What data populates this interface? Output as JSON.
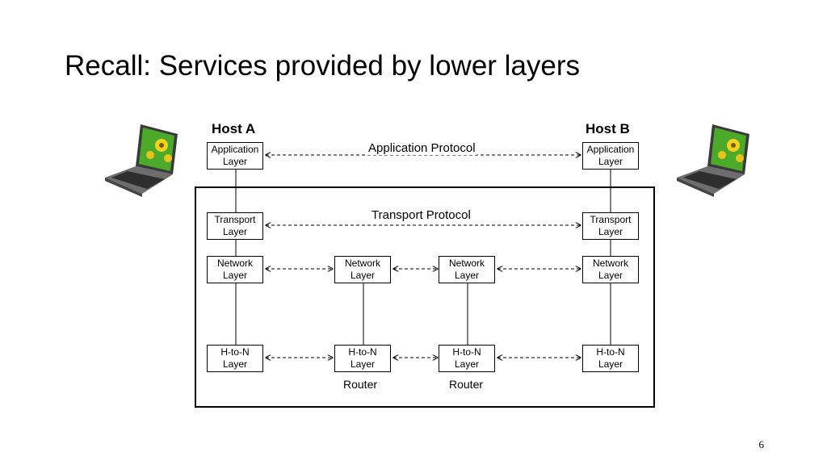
{
  "title": "Recall: Services provided by lower layers",
  "page_number": "6",
  "hosts": {
    "a": {
      "label": "Host A"
    },
    "b": {
      "label": "Host B"
    }
  },
  "protocols": {
    "application": "Application Protocol",
    "transport": "Transport Protocol"
  },
  "layers": {
    "application": [
      "Application",
      "Layer"
    ],
    "transport": [
      "Transport",
      "Layer"
    ],
    "network": [
      "Network",
      "Layer"
    ],
    "htn": [
      "H-to-N",
      "Layer"
    ]
  },
  "routers": [
    "Router",
    "Router"
  ],
  "colors": {
    "laptop_screen": "#4caa2a",
    "laptop_body": "#6d6d6d",
    "flower": "#f2d21a"
  },
  "icons": [
    "laptop-icon",
    "laptop-icon"
  ]
}
